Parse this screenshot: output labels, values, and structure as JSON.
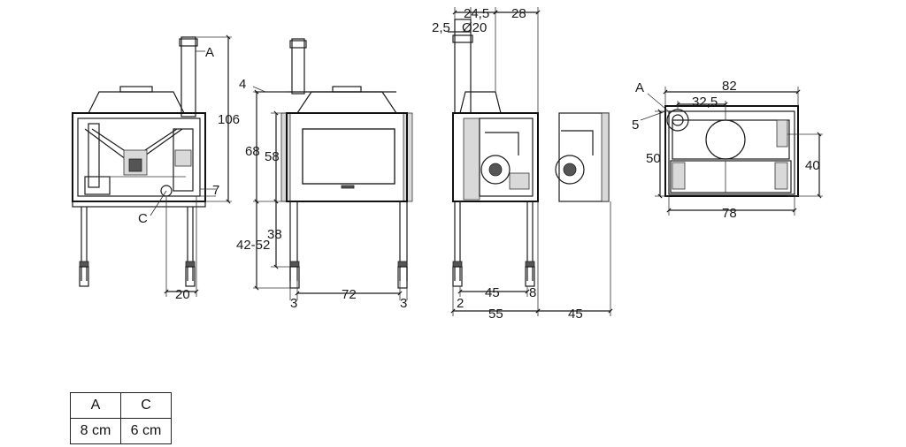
{
  "dimensions": {
    "front_left": {
      "label_a": "A",
      "label_c": "C",
      "height_total": "106",
      "offset_7": "7",
      "leg_offset": "20"
    },
    "front": {
      "top_4": "4",
      "height_68": "68",
      "height_58": "58",
      "height_42_52": "42-52",
      "height_38": "38",
      "width_72": "72",
      "margin_left_3": "3",
      "margin_right_3": "3"
    },
    "side": {
      "dim_2_5": "2,5",
      "dim_24_5": "24,5",
      "dia_20": "Ø20",
      "dim_28": "28",
      "dim_2": "2",
      "dim_45_inner": "45",
      "dim_8": "8",
      "dim_55": "55",
      "dim_45_outer": "45"
    },
    "top": {
      "label_a": "A",
      "dim_82": "82",
      "dim_32_5": "32,5",
      "dim_5": "5",
      "dim_50": "50",
      "dim_40": "40",
      "dim_78": "78"
    }
  },
  "legend": {
    "headers": [
      "A",
      "C"
    ],
    "values": [
      "8 cm",
      "6 cm"
    ]
  }
}
